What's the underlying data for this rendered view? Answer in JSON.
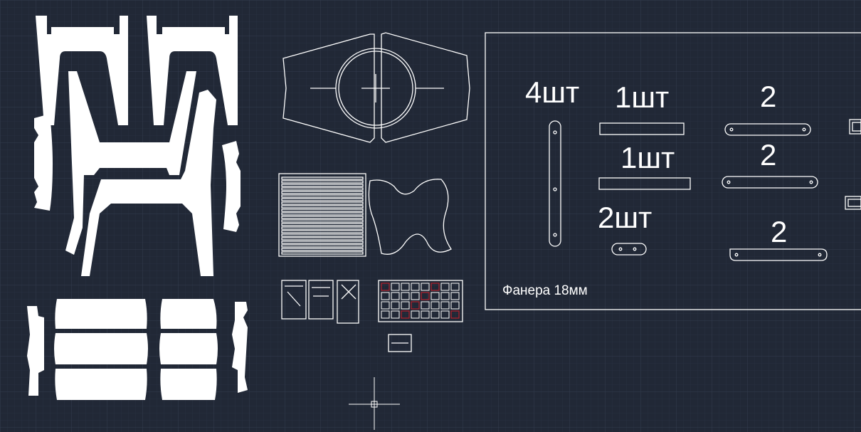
{
  "drawing": {
    "background": "#212836",
    "grid_color": "#2f3848",
    "line_color": "#ffffff",
    "accent_red": "#d0202a"
  },
  "labels": {
    "qty_4": "4шт",
    "qty_1a": "1шт",
    "qty_1b": "1шт",
    "qty_2": "2шт",
    "num_2a": "2",
    "num_2b": "2",
    "num_2c": "2",
    "material": "Фанера 18мм"
  }
}
